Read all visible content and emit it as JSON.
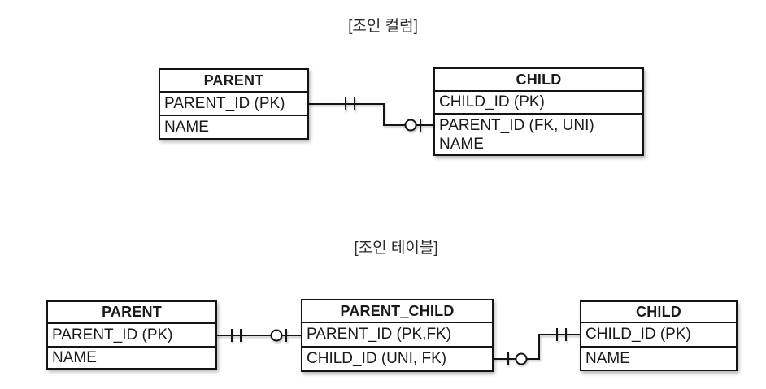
{
  "canvas": {
    "background": "#ffffff",
    "line_color": "#141414",
    "text_color": "#1a1a1a"
  },
  "top_diagram": {
    "title": "[조인 컬럼]",
    "parent_table": {
      "name": "PARENT",
      "columns": [
        "PARENT_ID (PK)",
        "NAME"
      ]
    },
    "child_table": {
      "name": "CHILD",
      "columns": [
        "CHILD_ID (PK)",
        "PARENT_ID (FK, UNI)",
        "NAME"
      ]
    },
    "relationship": {
      "from": "PARENT.PARENT_ID",
      "to": "CHILD.PARENT_ID",
      "from_cardinality": "exactly-one",
      "to_cardinality": "zero-or-one"
    }
  },
  "bottom_diagram": {
    "title": "[조인 테이블]",
    "parent_table": {
      "name": "PARENT",
      "columns": [
        "PARENT_ID (PK)",
        "NAME"
      ]
    },
    "join_table": {
      "name": "PARENT_CHILD",
      "columns": [
        "PARENT_ID (PK,FK)",
        "CHILD_ID (UNI, FK)"
      ]
    },
    "child_table": {
      "name": "CHILD",
      "columns": [
        "CHILD_ID (PK)",
        "NAME"
      ]
    },
    "relationships": {
      "parent_to_join": {
        "from": "PARENT.PARENT_ID",
        "to": "PARENT_CHILD.PARENT_ID",
        "from_cardinality": "exactly-one",
        "to_cardinality": "zero-or-one"
      },
      "join_to_child": {
        "from": "PARENT_CHILD.CHILD_ID",
        "to": "CHILD.CHILD_ID",
        "from_cardinality": "zero-or-one",
        "to_cardinality": "exactly-one"
      }
    }
  }
}
